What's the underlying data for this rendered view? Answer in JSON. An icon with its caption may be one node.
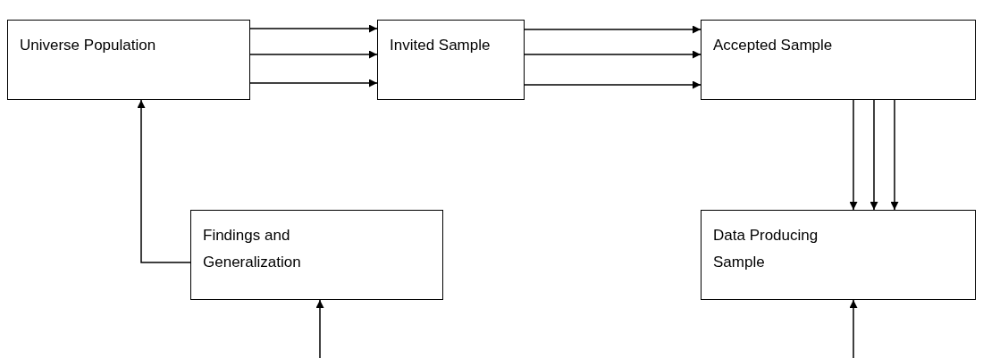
{
  "diagram": {
    "nodes": [
      {
        "text": [
          "Universe Population"
        ]
      },
      {
        "text": [
          "Invited Sample"
        ]
      },
      {
        "text": [
          "Accepted Sample"
        ]
      },
      {
        "text": [
          "Findings and Generalization"
        ]
      },
      {
        "text": [
          "Data Producing Sample"
        ]
      }
    ],
    "edges": [
      {
        "from": 0,
        "to": 1,
        "arrow": "to"
      },
      {
        "from": 0,
        "to": 1,
        "arrow": "to"
      },
      {
        "from": 0,
        "to": 1,
        "arrow": "to"
      },
      {
        "from": 1,
        "to": 2,
        "arrow": "to"
      },
      {
        "from": 1,
        "to": 2,
        "arrow": "to"
      },
      {
        "from": 1,
        "to": 2,
        "arrow": "to"
      },
      {
        "from": 2,
        "to": 4,
        "arrow": "to"
      },
      {
        "from": 2,
        "to": 4,
        "arrow": "to"
      },
      {
        "from": 2,
        "to": 4,
        "arrow": "to"
      },
      {
        "from": null,
        "to": 3,
        "arrow": "to"
      },
      {
        "from": null,
        "to": 4,
        "arrow": "to"
      },
      {
        "from": 3,
        "to": 0,
        "arrow": "to"
      }
    ]
  }
}
